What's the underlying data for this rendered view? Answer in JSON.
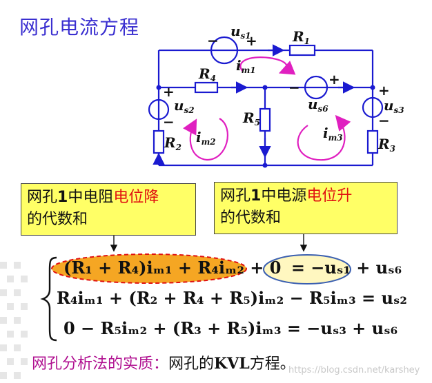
{
  "title": "网孔电流方程",
  "circuit": {
    "labels": {
      "us1": "u",
      "us1_sub": "s1",
      "R1": "R",
      "R1_sub": "1",
      "im1": "i",
      "im1_sub": "m1",
      "R4": "R",
      "R4_sub": "4",
      "us6": "u",
      "us6_sub": "s6",
      "us2": "u",
      "us2_sub": "s2",
      "us3": "u",
      "us3_sub": "s3",
      "R5": "R",
      "R5_sub": "5",
      "im2": "i",
      "im2_sub": "m2",
      "im3": "i",
      "im3_sub": "m3",
      "R2": "R",
      "R2_sub": "2",
      "R3": "R",
      "R3_sub": "3",
      "plus": "+",
      "minus": "−"
    }
  },
  "box_left": {
    "line1_a": "网孔",
    "line1_num": "1",
    "line1_b": "中电阻",
    "line1_red": "电位降",
    "line2": "的代数和"
  },
  "box_right": {
    "line1_a": "网孔",
    "line1_num": "1",
    "line1_b": "中电源",
    "line1_red": "电位升",
    "line2": "的代数和"
  },
  "equations": {
    "eq1_lhs": "(R₁ + R₄)iₘ₁ + R₄iₘ₂ + 0",
    "eq1_rhs": "= −uₛ₁ + uₛ₆",
    "eq2": "R₄iₘ₁ + (R₂ + R₄ + R₅)iₘ₂ − R₅iₘ₃ = uₛ₂",
    "eq3": "0 − R₅iₘ₂ + (R₃ + R₅)iₘ₃ = −uₛ₃ + uₛ₆"
  },
  "summary": {
    "part1": "网孔分析法的实质：",
    "part2": "网孔的",
    "kvl": "KVL",
    "part3": "方程。"
  },
  "watermark": "https://blog.csdn.net/karshey",
  "colors": {
    "title": "#3a2fd0",
    "box_fill": "#ffff66",
    "highlight_red": "#e01010",
    "loop_arrow": "#e020c0",
    "ellipse_orange": "#f5a623",
    "ellipse_blue": "#3a5fb0",
    "wire": "#1a1ad0",
    "summary_purple": "#b01090"
  }
}
